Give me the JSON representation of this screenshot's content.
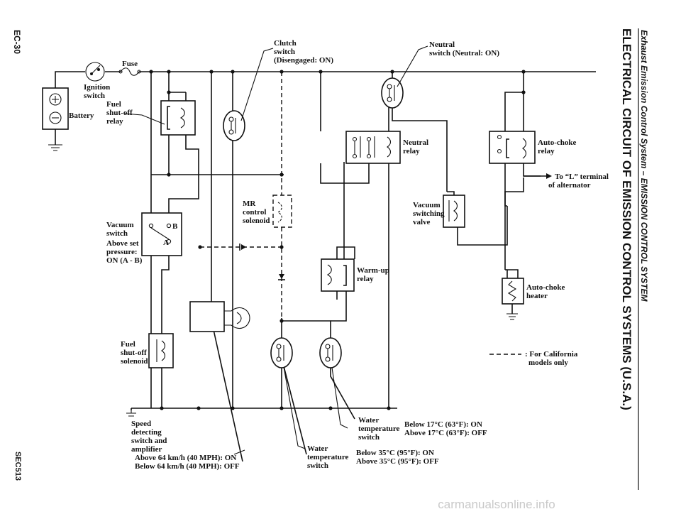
{
  "page": {
    "page_number": "EC-30",
    "figure_code": "SEC513",
    "section_header": "Exhaust Emission Control System – EMISSION CONTROL SYSTEM",
    "title": "ELECTRICAL CIRCUIT OF EMISSION CONTROL SYSTEMS (U.S.A.)",
    "watermark": "carmanualsonline.info"
  },
  "components": {
    "fuse": "Fuse",
    "ignition_switch": [
      "Ignition",
      "switch"
    ],
    "battery": "Battery",
    "fuel_shutoff_relay": [
      "Fuel",
      "shut-off",
      "relay"
    ],
    "clutch_switch": [
      "Clutch",
      "switch",
      "(Disengaged: ON)"
    ],
    "neutral_switch": [
      "Neutral",
      "switch (Neutral: ON)"
    ],
    "neutral_relay": [
      "Neutral",
      "relay"
    ],
    "auto_choke_relay": [
      "Auto-choke",
      "relay"
    ],
    "to_l_terminal": [
      "To “L” terminal",
      "of alternator"
    ],
    "vacuum_switching_valve": [
      "Vacuum",
      "switching",
      "valve"
    ],
    "mr_control_solenoid": [
      "MR",
      "control",
      "solenoid"
    ],
    "vacuum_switch": [
      "Vacuum",
      "switch",
      "Above set",
      "pressure:",
      "ON (A - B)"
    ],
    "terminal_a": "A",
    "terminal_b": "B",
    "warm_up_relay": [
      "Warm-up",
      "relay"
    ],
    "auto_choke_heater": [
      "Auto-choke",
      "heater"
    ],
    "fuel_shutoff_solenoid": [
      "Fuel",
      "shut-off",
      "solenoid"
    ],
    "california_legend": [
      ": For California",
      "models only"
    ],
    "speed_switch": [
      "Speed",
      "detecting",
      "switch and",
      "amplifier",
      "Above 64 km/h (40 MPH):  ON",
      "Below 64 km/h (40 MPH):  OFF"
    ],
    "water_temp_switch_17": [
      "Water",
      "temperature",
      "switch"
    ],
    "water_temp_17_states": [
      "Below 17°C (63°F):  ON",
      "Above 17°C (63°F):  OFF"
    ],
    "water_temp_switch_35": [
      "Water",
      "temperature",
      "switch"
    ],
    "water_temp_35_states": [
      "Below 35°C (95°F):  ON",
      "Above 35°C (95°F):  OFF"
    ]
  }
}
